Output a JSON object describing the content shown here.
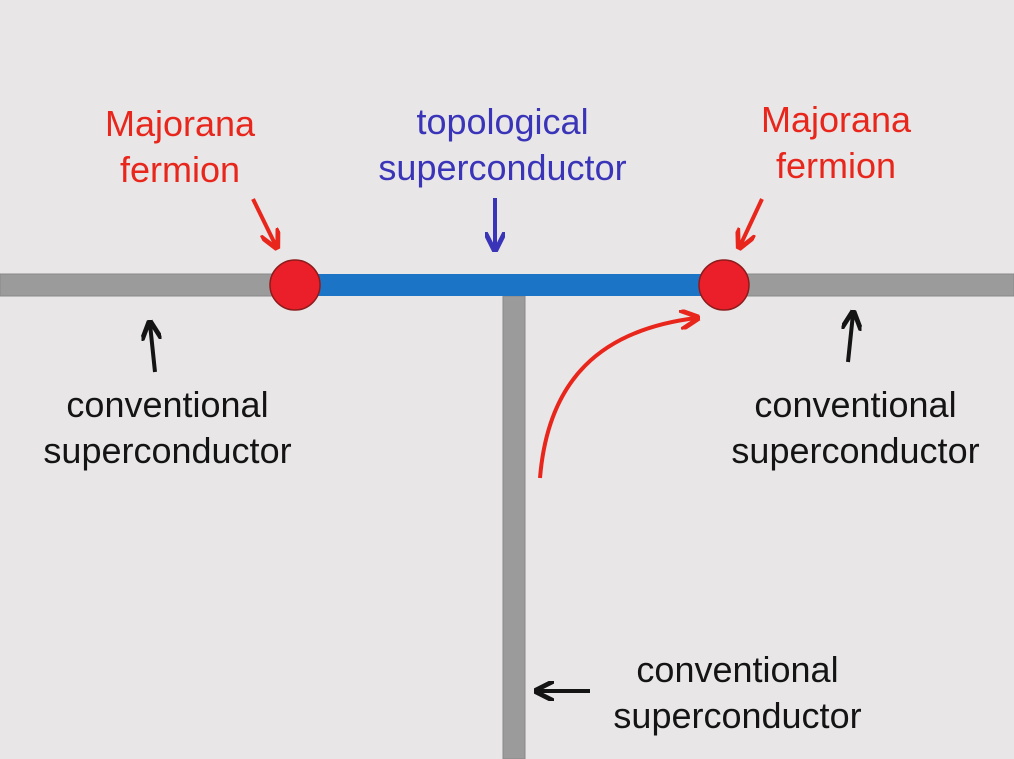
{
  "colors": {
    "background": "#e8e6e7",
    "conventional_wire": "#9b9b9b",
    "topological_wire": "#1c74c6",
    "majorana": "#e8261c",
    "majorana_label": "#e8261c",
    "topological_label": "#3a35b8",
    "conventional_label": "#141414"
  },
  "labels": {
    "majorana_left": {
      "line1": "Majorana",
      "line2": "fermion"
    },
    "majorana_right": {
      "line1": "Majorana",
      "line2": "fermion"
    },
    "topological": {
      "line1": "topological",
      "line2": "superconductor"
    },
    "conventional_left": {
      "line1": "conventional",
      "line2": "superconductor"
    },
    "conventional_right": {
      "line1": "conventional",
      "line2": "superconductor"
    },
    "conventional_bottom": {
      "line1": "conventional",
      "line2": "superconductor"
    }
  }
}
